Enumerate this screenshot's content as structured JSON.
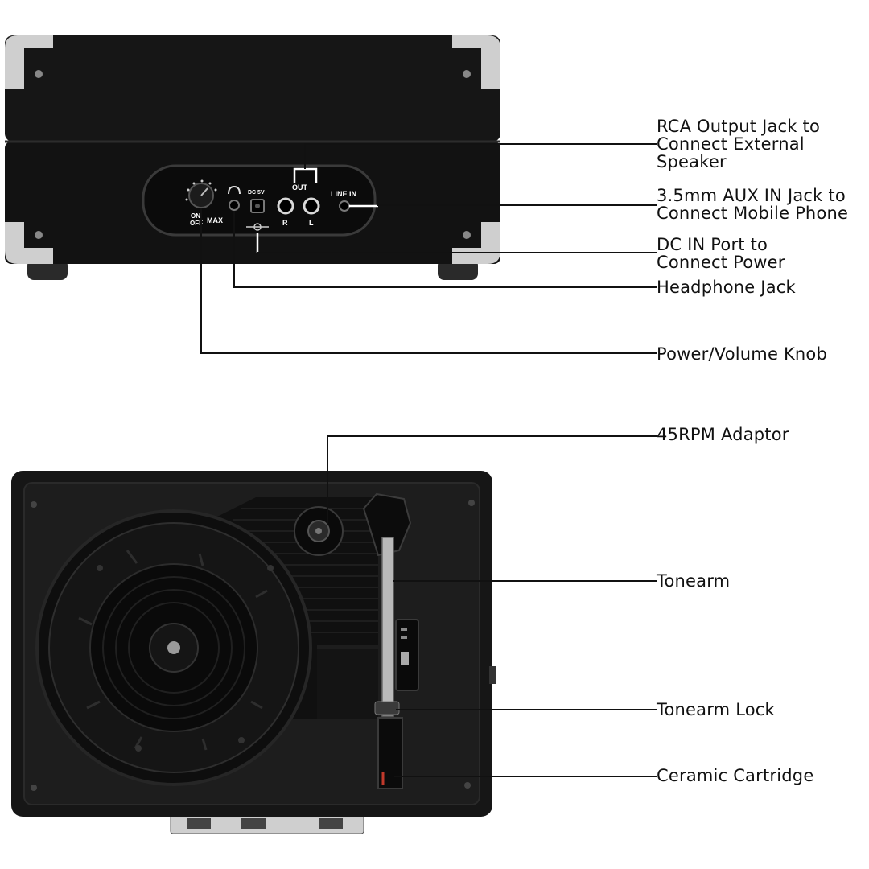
{
  "back_panel": {
    "knob_on": "ON",
    "knob_off": "OFF",
    "knob_max": "MAX",
    "dc_label": "DC 5V",
    "out_label": "OUT",
    "r_label": "R",
    "l_label": "L",
    "line_in_label": "LINE IN"
  },
  "callouts": {
    "rca": [
      "RCA Output Jack to",
      "Connect External",
      "Speaker"
    ],
    "aux": [
      "3.5mm AUX IN Jack to",
      "Connect Mobile Phone"
    ],
    "dc": [
      "DC IN Port to",
      "Connect Power"
    ],
    "headphone": "Headphone Jack",
    "power_volume": "Power/Volume Knob",
    "rpm_adaptor": "45RPM Adaptor",
    "tonearm": "Tonearm",
    "tonearm_lock": "Tonearm Lock",
    "cartridge": "Ceramic Cartridge"
  },
  "colors": {
    "case_black": "#141414",
    "chrome": "#c9c9c9",
    "panel": "#0c0c0c",
    "leader": "#111111"
  }
}
